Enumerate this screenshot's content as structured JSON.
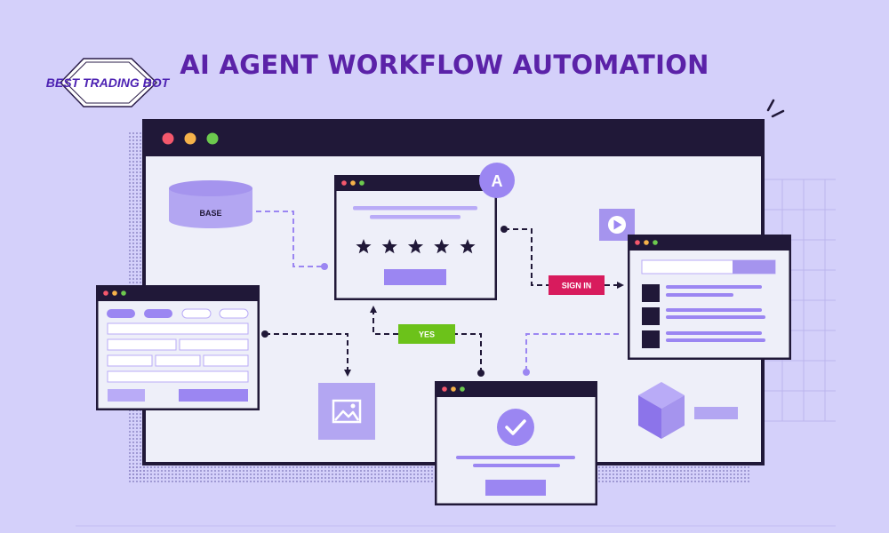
{
  "title": "AI AGENT WORKFLOW AUTOMATION",
  "brand": {
    "logo_text": "BEST TRADING BOT"
  },
  "nodes": {
    "database_label": "BASE",
    "agent_badge": "A",
    "sign_in_label": "SIGN IN",
    "yes_label": "YES"
  },
  "rating_stars": 5,
  "colors": {
    "background": "#d4d0fa",
    "window_frame": "#201838",
    "canvas": "#eeeff9",
    "accent": "#9b86f2",
    "accent_light": "#b9abf7",
    "title": "#5b22a8",
    "sign_in": "#d81b5d",
    "yes": "#6cc21a",
    "dot_red": "#f4586c",
    "dot_yellow": "#f6b24a",
    "dot_green": "#6cc94e"
  },
  "icons": [
    "database-icon",
    "play-icon",
    "image-icon",
    "check-icon",
    "cube-icon",
    "star-icon"
  ]
}
